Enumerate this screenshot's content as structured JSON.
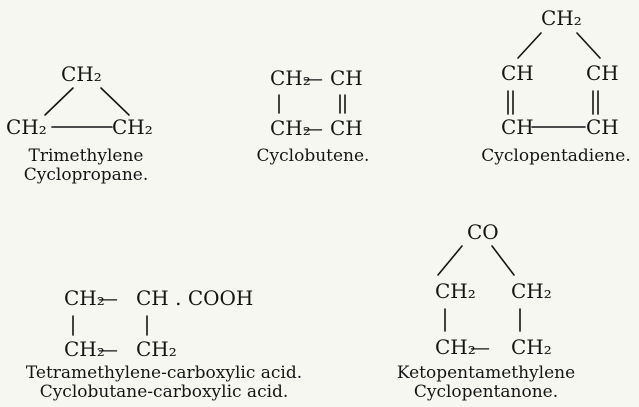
{
  "structures": [
    {
      "atoms": [
        "CH₂",
        "CH₂",
        "CH₂"
      ],
      "caption": [
        "Trimethylene",
        "Cyclopropane."
      ]
    },
    {
      "atoms": [
        "CH₂",
        "—",
        "CH",
        "CH₂",
        "—",
        "CH"
      ],
      "caption": [
        "Cyclobutene."
      ]
    },
    {
      "atoms": [
        "CH₂",
        "CH",
        "CH",
        "CH",
        "CH"
      ],
      "caption": [
        "Cyclopentadiene."
      ]
    },
    {
      "atoms": [
        "CH₂",
        "—",
        "CH . COOH",
        "CH₂",
        "—",
        "CH₂"
      ],
      "caption": [
        "Tetramethylene-carboxylic acid.",
        "Cyclobutane-carboxylic acid."
      ]
    },
    {
      "atoms": [
        "CO",
        "CH₂",
        "CH₂",
        "CH₂",
        "—",
        "CH₂"
      ],
      "caption": [
        "Ketopentamethylene",
        "Cyclopentanone."
      ]
    }
  ]
}
